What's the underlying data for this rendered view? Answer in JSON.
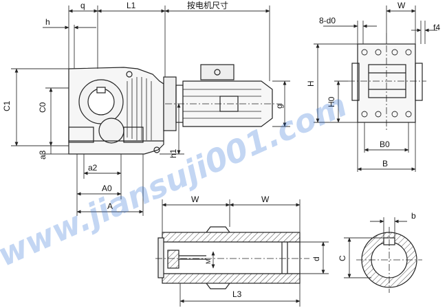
{
  "labels": {
    "q": "q",
    "L1": "L1",
    "motor_dim": "按电机尺寸",
    "h": "h",
    "C1": "C1",
    "C0": "C0",
    "a3": "a3",
    "h1": "h1",
    "a2": "a2",
    "A0": "A0",
    "A": "A",
    "g": "g",
    "eight_d0": "8-d0",
    "W_top": "W",
    "f4": "f4",
    "H": "H",
    "H0": "H0",
    "B0": "B0",
    "B": "B",
    "W_left": "W",
    "W_right": "W",
    "M": "M",
    "d": "d",
    "L3": "L3",
    "b": "b",
    "C": "C"
  },
  "watermark": "www.jiansuji001.com",
  "colors": {
    "line": "#222222",
    "dim": "#333333",
    "hatch": "#444444",
    "watermark": "#2a6fd6"
  }
}
